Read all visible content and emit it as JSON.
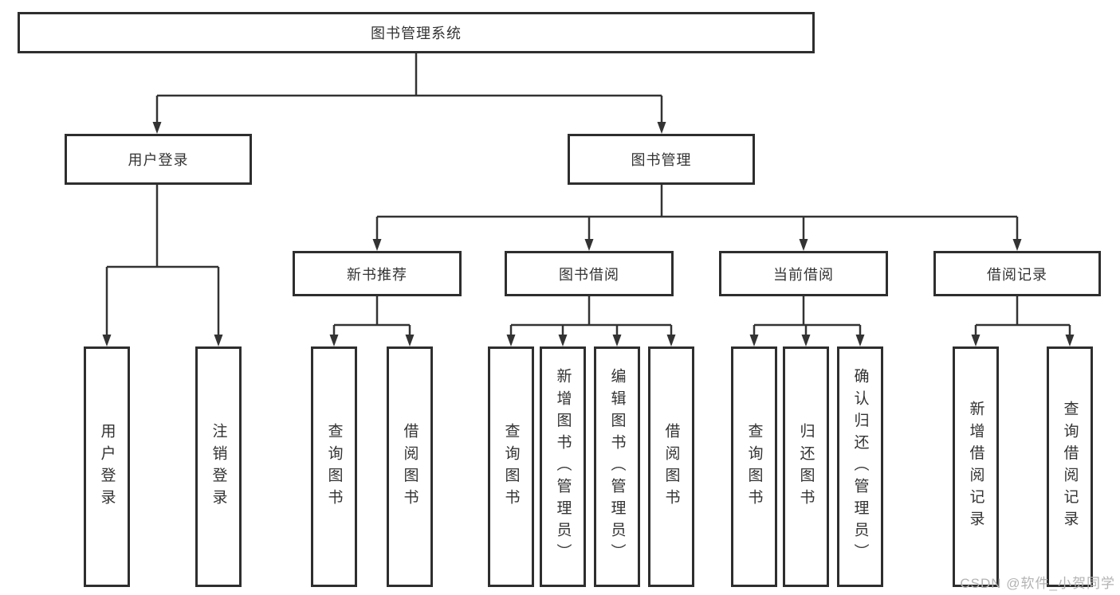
{
  "diagram": {
    "type": "hierarchy-tree",
    "orientation": "top-down"
  },
  "tree": {
    "root": {
      "label": "图书管理系统"
    },
    "branches": [
      {
        "label": "用户登录",
        "children": [
          {
            "label": "用户登录"
          },
          {
            "label": "注销登录"
          }
        ]
      },
      {
        "label": "图书管理",
        "children": [
          {
            "label": "新书推荐",
            "children": [
              {
                "label": "查询图书"
              },
              {
                "label": "借阅图书"
              }
            ]
          },
          {
            "label": "图书借阅",
            "children": [
              {
                "label": "查询图书"
              },
              {
                "label": "新增图书（管理员）"
              },
              {
                "label": "编辑图书（管理员）"
              },
              {
                "label": "借阅图书"
              }
            ]
          },
          {
            "label": "当前借阅",
            "children": [
              {
                "label": "查询图书"
              },
              {
                "label": "归还图书"
              },
              {
                "label": "确认归还（管理员）"
              }
            ]
          },
          {
            "label": "借阅记录",
            "children": [
              {
                "label": "新增借阅记录"
              },
              {
                "label": "查询借阅记录"
              }
            ]
          }
        ]
      }
    ]
  },
  "watermark": {
    "text": "CSDN @软件_小贺同学",
    "color": "#b3b3b3"
  },
  "colors": {
    "background": "#ffffff",
    "box_border": "#2e2e2e",
    "line": "#333333",
    "text": "#333333"
  }
}
